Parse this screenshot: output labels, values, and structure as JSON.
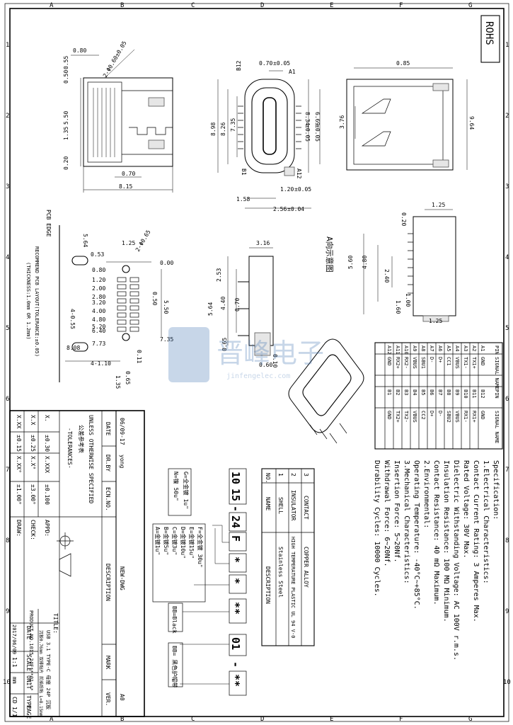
{
  "border": {
    "letters": [
      "A",
      "B",
      "C",
      "D",
      "E",
      "F",
      "G"
    ],
    "numbers": [
      "1",
      "2",
      "3",
      "4",
      "5",
      "6",
      "7",
      "8",
      "9",
      "10"
    ]
  },
  "rohs": "ROHS",
  "watermark": {
    "main": "晋峰电子",
    "sub": "jinfengelec.com"
  },
  "top_view": {
    "dims": [
      "0.80",
      "0.55",
      "0.50",
      "5.50",
      "1.35",
      "0.20",
      "0.70",
      "8.15",
      "2-Φ0.60±0.05"
    ]
  },
  "front_view": {
    "dims": [
      "B12",
      "0.70",
      "A1",
      "8.34",
      "6.69",
      "8.26",
      "8.98",
      "7.35",
      "B1",
      "A12",
      "1.20",
      "1.58",
      "2.56"
    ],
    "tol_dim1": "±0.05",
    "tol_dim2": "±0.05",
    "tol_dim3": "±0.05",
    "tol_dim4": "±0.05",
    "tol_dim5": "±0.04"
  },
  "side_view": {
    "dims": [
      "0.85",
      "3.76",
      "9.64"
    ]
  },
  "pcb_layout": {
    "title1": "PCB EDGE",
    "title2": "RECOMMEND PCB LAYOUT(TOLERANCE:±0.05)",
    "title3": "(THICKNESS:1.0mm OR 1.2mm)",
    "dims_left": [
      "5.64",
      "1.25",
      "0.53",
      "0.80",
      "1.20",
      "2.00",
      "2.80",
      "3.20",
      "4.00",
      "4.80",
      "5.20",
      "6.40",
      "7.73",
      "8.08",
      "4-1.10",
      "1.35"
    ],
    "dims_right": [
      "2-Φ0.65",
      "0.00",
      "0.50",
      "5.50",
      "4-0.55",
      "7.35",
      "0.11",
      "0.65"
    ]
  },
  "side_view2": {
    "dims": [
      "3.16",
      "2.53",
      "4.40",
      "0.70",
      "5.64",
      "0.65",
      "0.60",
      "0.10"
    ]
  },
  "view_a": {
    "label": "A向示意图",
    "dims": [
      "1.25",
      "0.20",
      "5.60",
      "4.80",
      "2.40",
      "1.00",
      "1.60",
      "1.25"
    ]
  },
  "pin_table": {
    "headers": [
      "PIN",
      "SIGNAL NAME",
      "PIN",
      "SIGNAL NAME"
    ],
    "rows": [
      [
        "A1",
        "GND",
        "B12",
        "GND"
      ],
      [
        "A2",
        "TX1+",
        "B11",
        "RX1+"
      ],
      [
        "A3",
        "TX1-",
        "B10",
        "RX1-"
      ],
      [
        "A4",
        "VBUS",
        "B9",
        "VBUS"
      ],
      [
        "A5",
        "CC1",
        "B8",
        "SBU2"
      ],
      [
        "A6",
        "D+",
        "B7",
        "D-"
      ],
      [
        "A7",
        "D-",
        "B6",
        "D+"
      ],
      [
        "A8",
        "SBU1",
        "B5",
        "CC2"
      ],
      [
        "A9",
        "VBUS",
        "B4",
        "VBUS"
      ],
      [
        "A10",
        "RX2-",
        "B3",
        "TX2-"
      ],
      [
        "A11",
        "RX2+",
        "B2",
        "TX2+"
      ],
      [
        "A12",
        "GND",
        "B1",
        "GND"
      ]
    ]
  },
  "spec": {
    "title": "Specification:",
    "lines": [
      "1.Electrical Characteristics:",
      "  Contact Current Rating: 3 Amperes Max.",
      "  Rated Voltage:  30V Max.",
      "  Dielectric Withstanding Voltage: AC 100V r.m.s.",
      "  Insulation Resistance: 100 MΩ Minimum.",
      "  Contact Resistance: 40 mΩ Maximum.",
      "2.Environmental:",
      "  Operating Temperature: -40°C~+85°C.",
      "3.Mechanical Characteristics:",
      "  Insertion Force: 5~20Nf.",
      "  Withdrawal Force: 6~20Nf.",
      "  Durability Cycles: 10000 Cycles."
    ]
  },
  "materials": {
    "headers": [
      "NO.",
      "NAME",
      "DESCRIPTION"
    ],
    "rows": [
      [
        "3",
        "CONTACT",
        "COPPER ALLOY"
      ],
      [
        "2",
        "INSULATOR",
        "HIGH TEMPERATURE PLASTIC UL 94 V-0"
      ],
      [
        "1",
        "SHELL",
        "Stainless Steel"
      ]
    ]
  },
  "part_number": {
    "boxes": [
      "10",
      "15",
      "-",
      "24",
      "F",
      "*",
      "*",
      "**",
      "01",
      "-",
      "**"
    ],
    "plating": [
      "F=全金镀 30u\"",
      "E=金镀15u\"",
      "D=金镀10u\"",
      "C=金镀3u\"",
      "B=金镀5u\"",
      "A=金镀1u\""
    ],
    "plating2": [
      "G=全金镀 1u\"",
      "N=镍 50u\""
    ],
    "color": "BB=Black",
    "note": "BB= 黑色护帽带"
  },
  "title_block": {
    "revision_headers": [
      "DATE",
      "DR.BY",
      "ECN.NO.",
      "DESCRIPTION",
      "MARK",
      "VER."
    ],
    "revision_row": [
      "06/09-17",
      "yong",
      "",
      "NEW-DWG",
      "",
      "A0"
    ],
    "unless": "UNLESS OTHERWISE SPECIFIED",
    "unless_cn": "公差参考表",
    "tolerances": "-TOLERANCES-",
    "tol_rows": [
      [
        "X.",
        "±0.30",
        "X.XXX",
        "±0.100",
        "APPD:"
      ],
      [
        "X.X",
        "±0.25",
        "X.X°",
        "±3.00°",
        "CHECK:"
      ],
      [
        "X.XX",
        "±0.15",
        "X.XX°",
        "±1.00°",
        "DRAW:"
      ]
    ],
    "title_label": "TITLE:",
    "title_value1": "USB 3.1 TYPE-C 母座 24P 沉板",
    "title_value2": "沉板0.76mm 双排贴片 前插后贴 L=8.15mm",
    "product_no": "PRODUCT NO.1015-24F***01-**",
    "bottom_headers": [
      "DATE",
      "SCALE",
      "UNIT",
      "TYPE",
      "PAGE"
    ],
    "bottom_values": [
      "2017/06/09",
      "1:1",
      "mm",
      "CD",
      "1/1"
    ]
  }
}
